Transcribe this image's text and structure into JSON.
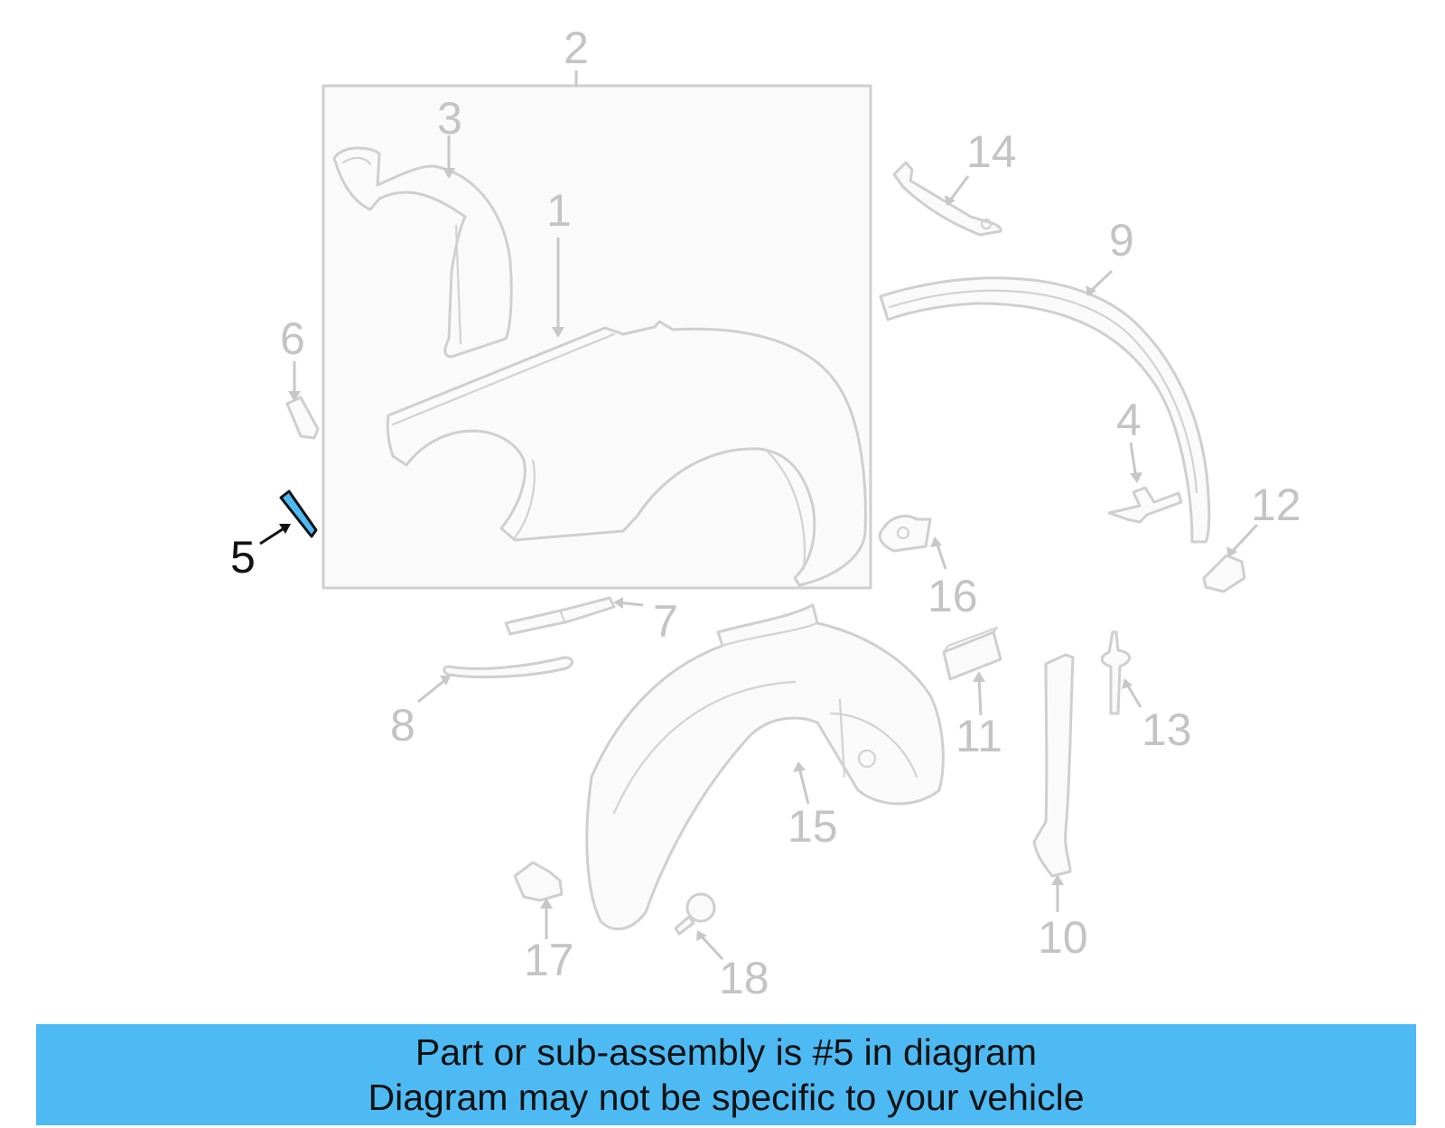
{
  "diagram": {
    "callouts": [
      "1",
      "2",
      "3",
      "4",
      "5",
      "6",
      "7",
      "8",
      "9",
      "10",
      "11",
      "12",
      "13",
      "14",
      "15",
      "16",
      "17",
      "18"
    ],
    "highlight_part": "5",
    "highlight_color": "#4dbaf3",
    "line_color": "#cfcfcf"
  },
  "banner": {
    "line1": "Part or sub-assembly is #5 in diagram",
    "line2": "Diagram may not be specific to your vehicle",
    "color": "#4dbaf3"
  }
}
